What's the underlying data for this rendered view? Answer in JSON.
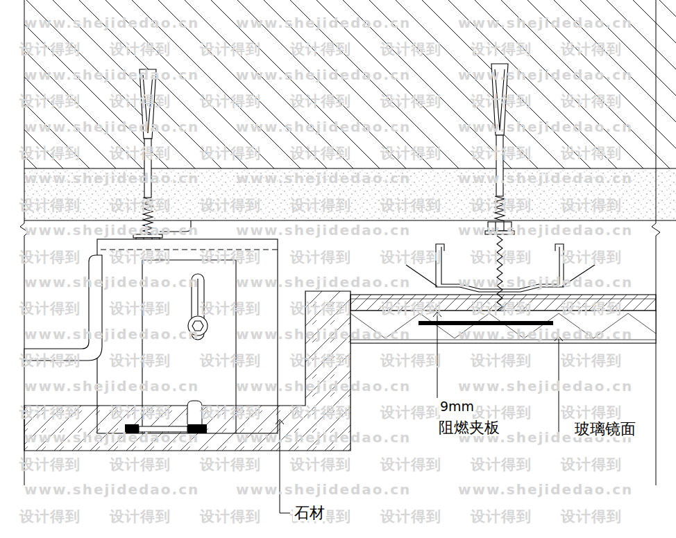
{
  "diagram": {
    "labels": [
      "9mm",
      "阻燃夹板",
      "玻璃镜面",
      "石材",
      "www.shejidedao.cn",
      "www.shejidedao.cn",
      "www.shejidedao.cn",
      "设计得到",
      "设计得到",
      "设计得到",
      "设计得到",
      "设计得到",
      "设计得到",
      "设计得到",
      "www.shejidedao.cn",
      "www.shejidedao.cn",
      "www.shejidedao.cn",
      "设计得到",
      "设计得到",
      "设计得到",
      "设计得到",
      "设计得到",
      "设计得到",
      "设计得到",
      "www.shejidedao.cn",
      "www.shejidedao.cn",
      "www.shejidedao.cn",
      "设计得到",
      "设计得到",
      "设计得到",
      "设计得到",
      "设计得到",
      "设计得到",
      "设计得到",
      "www.shejidedao.cn",
      "www.shejidedao.cn",
      "www.shejidedao.cn",
      "设计得到",
      "设计得到",
      "设计得到",
      "设计得到",
      "设计得到",
      "设计得到",
      "设计得到",
      "www.shejidedao.cn",
      "www.shejidedao.cn",
      "www.shejidedao.cn",
      "设计得到",
      "设计得到",
      "设计得到",
      "设计得到",
      "设计得到",
      "设计得到",
      "设计得到",
      "www.shejidedao.cn",
      "www.shejidedao.cn",
      "www.shejidedao.cn",
      "设计得到",
      "设计得到",
      "设计得到",
      "设计得到",
      "设计得到",
      "设计得到",
      "设计得到",
      "www.shejidedao.cn",
      "www.shejidedao.cn",
      "www.shejidedao.cn",
      "设计得到",
      "设计得到",
      "设计得到",
      "设计得到",
      "设计得到",
      "设计得到",
      "设计得到",
      "www.shejidedao.cn",
      "www.shejidedao.cn",
      "www.shejidedao.cn",
      "设计得到",
      "设计得到",
      "设计得到",
      "设计得到",
      "设计得到",
      "设计得到",
      "设计得到",
      "www.shejidedao.cn",
      "www.shejidedao.cn",
      "www.shejidedao.cn",
      "设计得到",
      "设计得到",
      "设计得到",
      "设计得到",
      "设计得到",
      "设计得到",
      "设计得到",
      "www.shejidedao.cn",
      "www.shejidedao.cn",
      "www.shejidedao.cn",
      "设计得到",
      "设计得到",
      "设计得到",
      "设计得到",
      "设计得到",
      "设计得到",
      "设计得到"
    ]
  }
}
